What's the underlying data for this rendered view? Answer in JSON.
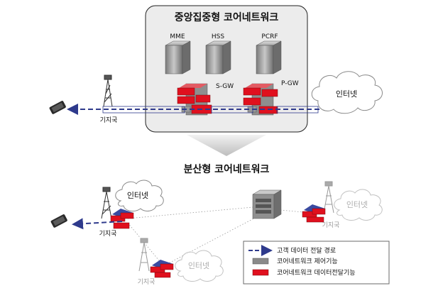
{
  "top": {
    "title": "중앙집중형 코어네트워크",
    "servers": {
      "mme": "MME",
      "hss": "HSS",
      "pcrf": "PCRF"
    },
    "gateways": {
      "sgw": "S-GW",
      "pgw": "P-GW"
    },
    "cloud": "인터넷",
    "base_station": "기지국"
  },
  "bottom": {
    "title": "분산형 코어네트워크",
    "cloud_left": "인터넷",
    "cloud_right": "인터넷",
    "cloud_bottom": "인터넷",
    "base_station_left": "기지국",
    "base_station_right": "기지국",
    "base_station_bottom": "기지국"
  },
  "legend": {
    "data_path": "고객 데이터 전달 경로",
    "control": "코어네트워크 제어기능",
    "data_forwarding": "코어네트워크 데이터전달기능"
  },
  "colors": {
    "path": "#2e3a8c",
    "red": "#e0101e",
    "gray": "#8a8a8a",
    "panel": "#ececec"
  }
}
